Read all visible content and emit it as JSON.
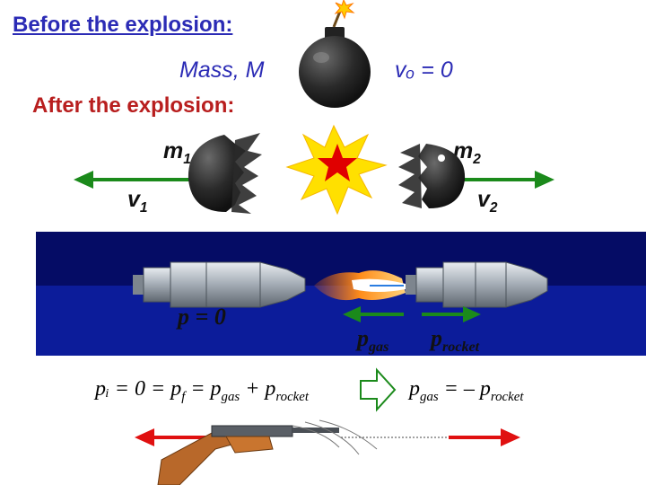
{
  "headings": {
    "before": "Before the explosion:",
    "after": "After the explosion:"
  },
  "bomb": {
    "mass_label": "Mass, M",
    "v0_label": "vₒ = 0"
  },
  "fragments": {
    "m1": "m",
    "m1_sub": "1",
    "m2": "m",
    "m2_sub": "2",
    "v1": "v",
    "v1_sub": "1",
    "v2": "v",
    "v2_sub": "2"
  },
  "rocket_panel": {
    "p_total": "p = 0",
    "p_gas": "p",
    "p_gas_sub": "gas",
    "p_rocket": "p",
    "p_rocket_sub": "rocket"
  },
  "equations": {
    "left": "pᵢ = 0 = p",
    "left_sub_f": "f",
    "left_mid": " = p",
    "left_sub_gas": "gas",
    "left_plus": " + p",
    "left_sub_rocket": "rocket",
    "right_p": "p",
    "right_sub_gas": "gas",
    "right_mid": " = – p",
    "right_sub_rocket": "rocket"
  },
  "colors": {
    "arrow_green": "#1b8a1b",
    "arrow_red": "#e01010",
    "heading_blue": "#2b2bb5",
    "heading_red": "#b81e1e",
    "flash_yellow": "#ffe000",
    "star_red": "#e00000"
  },
  "icons": [
    "bomb-icon",
    "fuse-spark-icon",
    "explosion-flash-icon",
    "rocket-icon",
    "rifle-icon",
    "block-arrow-icon"
  ]
}
